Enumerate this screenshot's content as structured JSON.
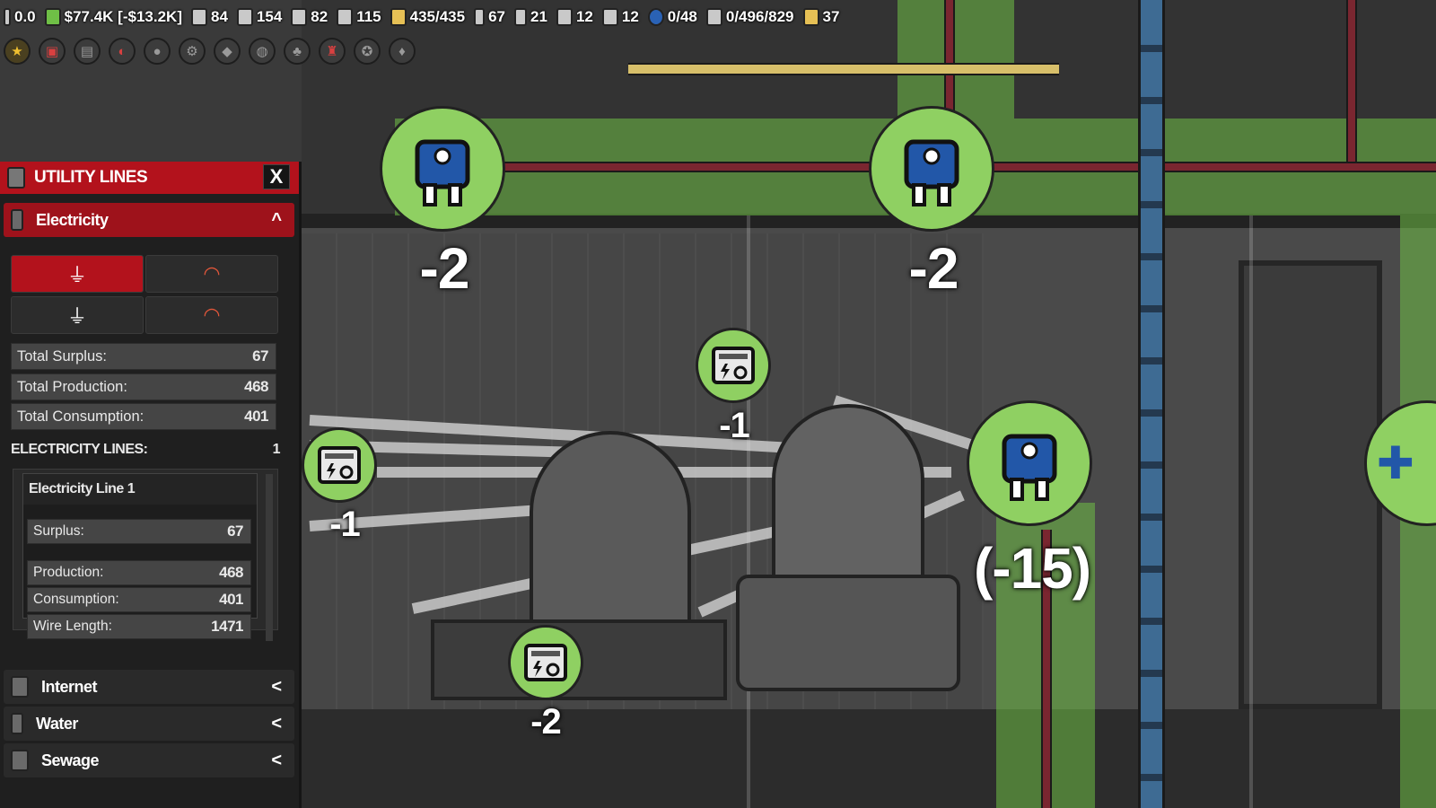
{
  "topbar": {
    "speed": "0.0",
    "money": "$77.4K [-$13.2K]",
    "stat_a": "84",
    "stat_b": "154",
    "stat_c": "82",
    "stat_d": "115",
    "stat_e": "435/435",
    "stat_f": "67",
    "stat_g": "21",
    "stat_h": "12",
    "stat_i": "12",
    "stat_j": "0/48",
    "stat_k": "0/496/829",
    "stat_l": "37"
  },
  "panel": {
    "title": "UTILITY LINES",
    "close_label": "X",
    "electricity": {
      "label": "Electricity",
      "total_surplus_label": "Total Surplus:",
      "total_surplus": "67",
      "total_production_label": "Total Production:",
      "total_production": "468",
      "total_consumption_label": "Total Consumption:",
      "total_consumption": "401",
      "lines_label": "ELECTRICITY LINES:",
      "lines_count": "1",
      "line1": {
        "title": "Electricity Line 1",
        "surplus_label": "Surplus:",
        "surplus": "67",
        "production_label": "Production:",
        "production": "468",
        "consumption_label": "Consumption:",
        "consumption": "401",
        "wire_length_label": "Wire Length:",
        "wire_length": "1471"
      }
    },
    "internet_label": "Internet",
    "water_label": "Water",
    "sewage_label": "Sewage"
  },
  "world": {
    "outlet1_value": "-2",
    "outlet2_value": "-2",
    "device_top_value": "-1",
    "device_left_value": "-1",
    "device_bottom_value": "-2",
    "outlet_main_value": "(-15)"
  },
  "colors": {
    "accent_red": "#b3121c",
    "node_green": "#8fd062",
    "overlay_green": "#6fbf46",
    "outlet_blue": "#2257a8"
  }
}
